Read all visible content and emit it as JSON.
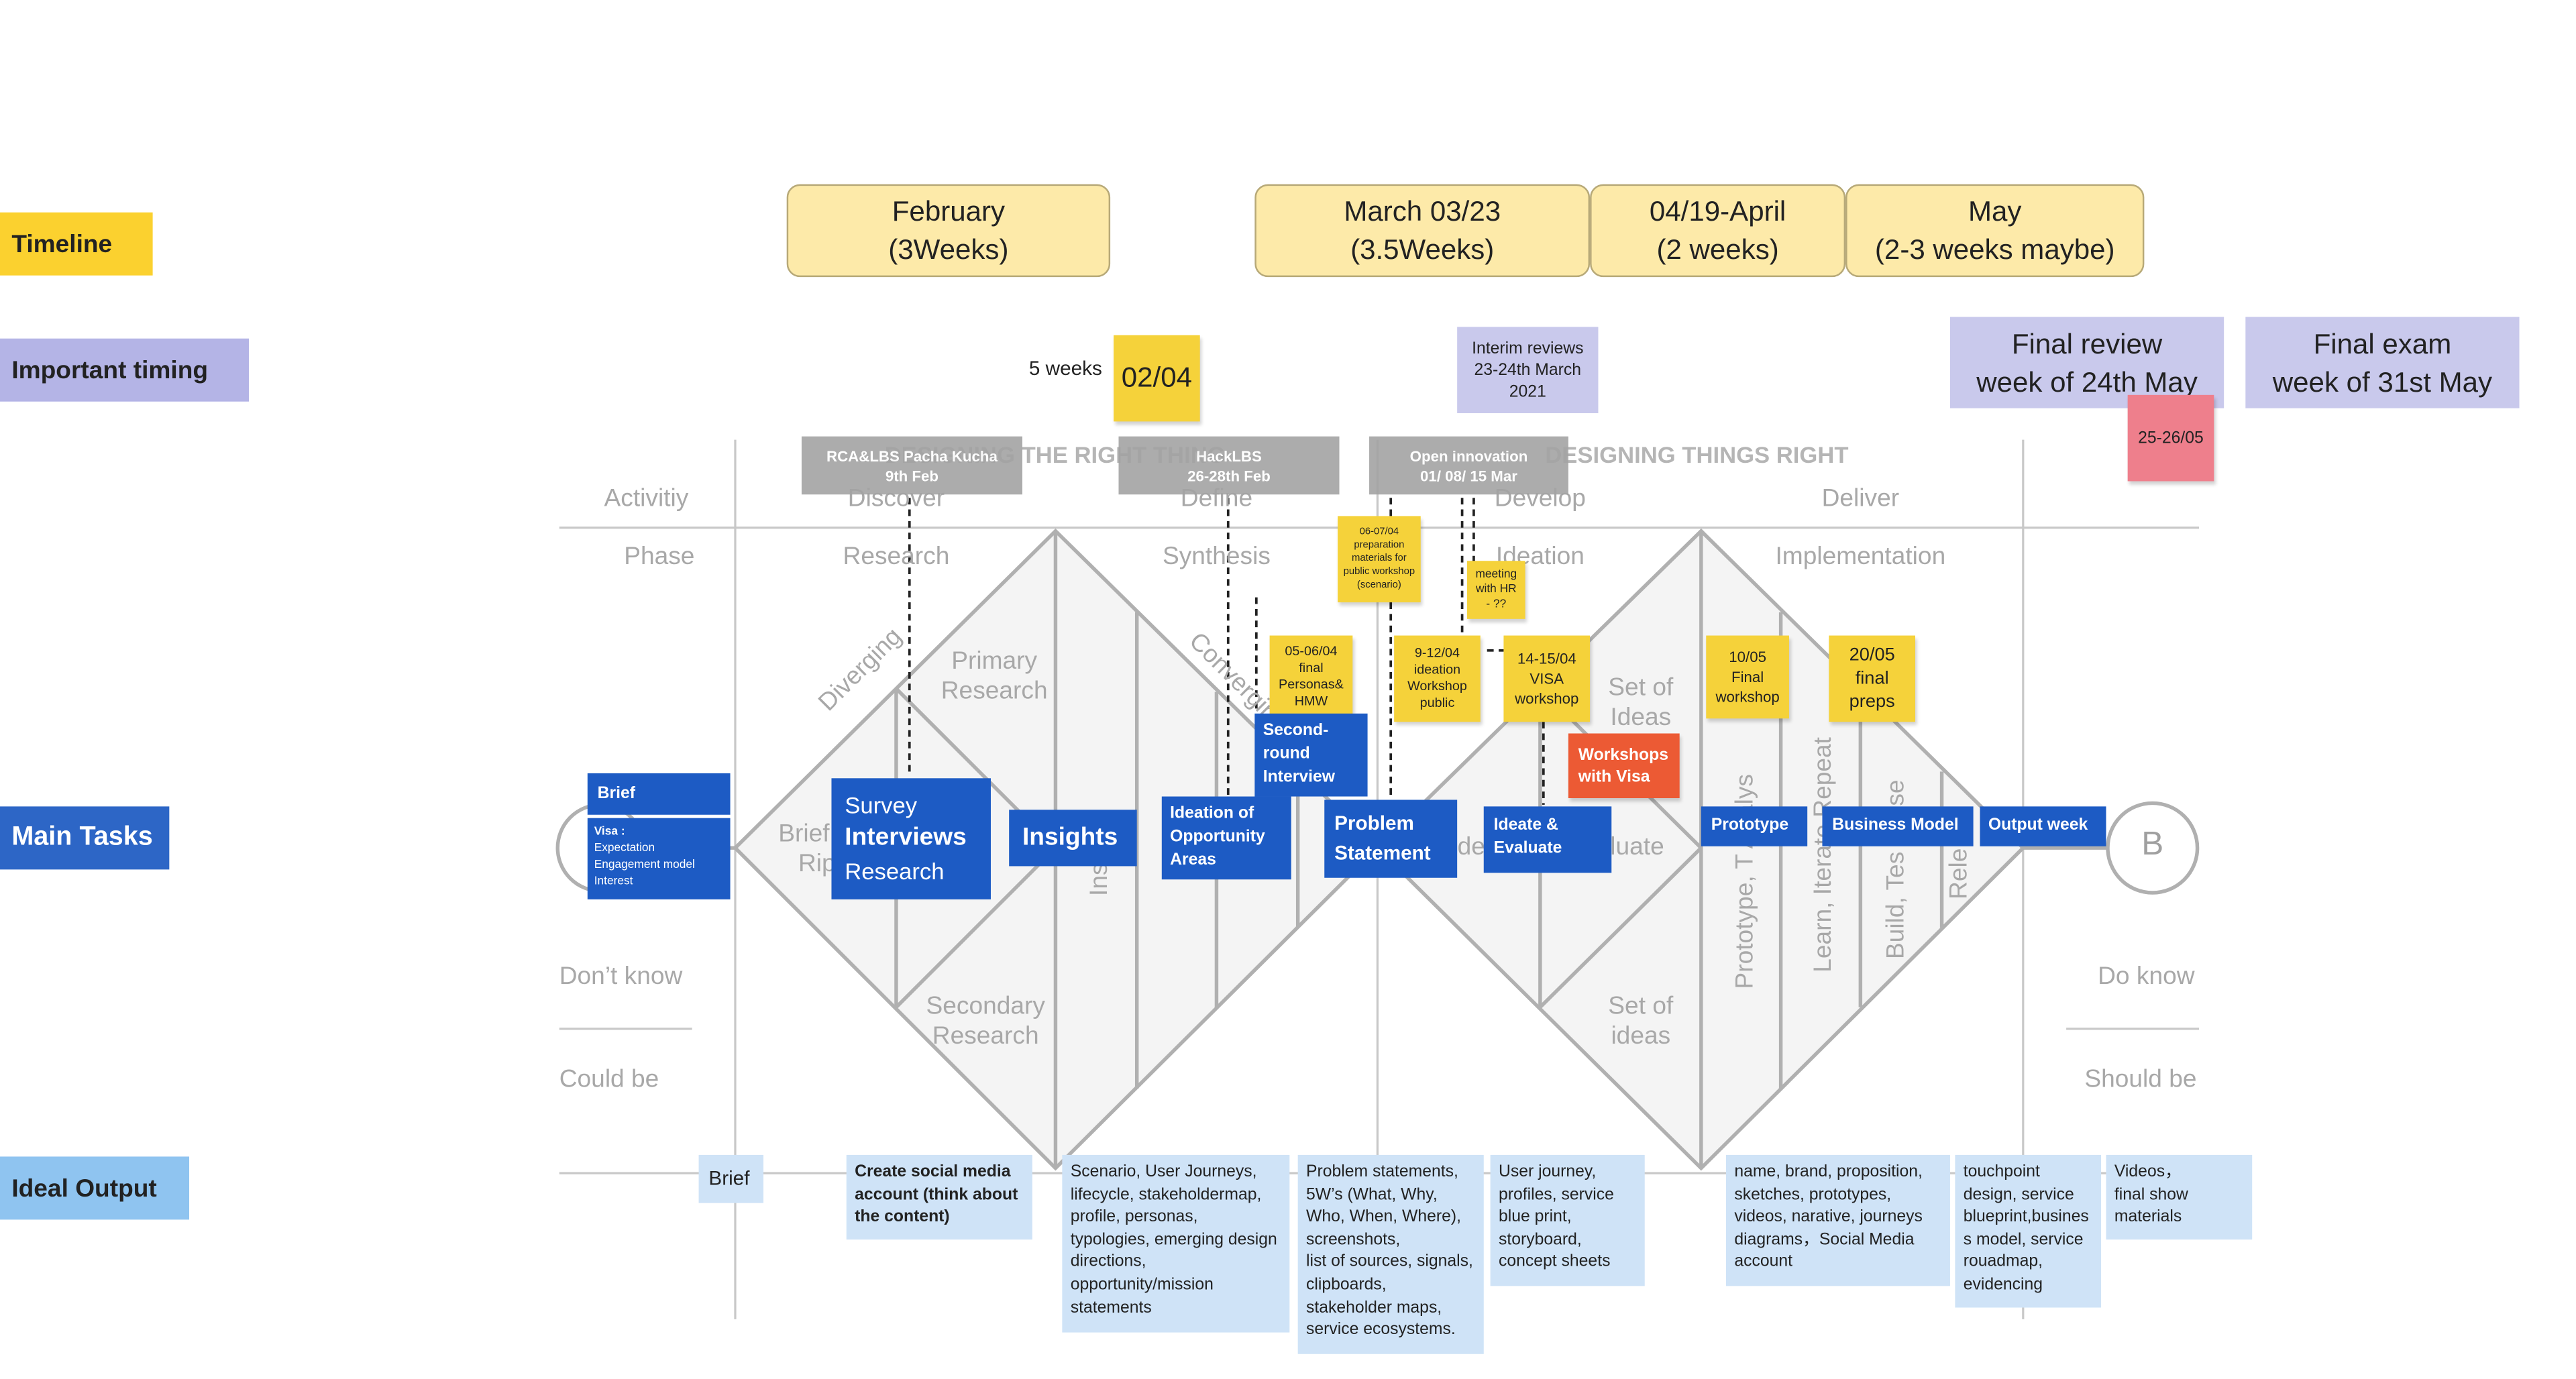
{
  "rows": {
    "timeline": "Timeline",
    "important_timing": "Important timing",
    "main_tasks": "Main Tasks",
    "ideal_output": "Ideal Output"
  },
  "timeline_blocks": [
    {
      "title": "February",
      "sub": "(3Weeks)"
    },
    {
      "title": "March 03/23",
      "sub": "(3.5Weeks)"
    },
    {
      "title": "04/19-April",
      "sub": "(2 weeks)"
    },
    {
      "title": "May",
      "sub": "(2-3 weeks maybe)"
    }
  ],
  "important": {
    "five_weeks": "5 weeks",
    "date_0204": "02/04",
    "interim": [
      "Interim reviews",
      "23-24th March",
      "2021"
    ],
    "final_review": [
      "Final review",
      "week of 24th May"
    ],
    "final_exam": [
      "Final exam",
      "week of 31st May"
    ],
    "pink_sticky": "25-26/05"
  },
  "events": [
    {
      "name": "RCA&LBS Pacha Kucha",
      "date": "9th Feb"
    },
    {
      "name": "HackLBS",
      "date": "26-28th Feb"
    },
    {
      "name": "Open innovation",
      "date": "01/ 08/ 15 Mar"
    }
  ],
  "diagram": {
    "left_title": "DESIGNING THE RIGHT THING",
    "right_title": "DESIGNING THINGS RIGHT",
    "activities_label": "Activitiy",
    "phase_label": "Phase",
    "activities": [
      "Discover",
      "Define",
      "Develop",
      "Deliver"
    ],
    "phases": [
      "Research",
      "Synthesis",
      "Ideation",
      "Implementation"
    ],
    "diverging": "Diverging",
    "converging": "Converging",
    "primary_research": [
      "Primary",
      "Research"
    ],
    "secondary_research": [
      "Secondary",
      "Research"
    ],
    "set_of_ideas_top": [
      "Set of",
      "Ideas"
    ],
    "set_of_ideas_bottom": [
      "Set of",
      "ideas"
    ],
    "brief_fragment": [
      "Brief",
      "Rip"
    ],
    "insights_fragment": "Insi",
    "ideas_fragment": "Idea",
    "evaluate_fragment": "evaluate",
    "prototype_vertical": "Prototype, T Analys",
    "learn_vertical": "Learn, Iterate Repeat",
    "build_vertical": "Build, Tes nalise",
    "rele_vertical": "Rele",
    "dont_know": "Don’t know",
    "could_be": "Could be",
    "do_know": "Do know",
    "should_be": "Should be",
    "b_label": "B"
  },
  "stickies": [
    {
      "text": [
        "06-07/04",
        "preparation",
        "materials for",
        "public workshop",
        "(scenario)"
      ]
    },
    {
      "text": [
        "meeting",
        "with HR",
        "- ??"
      ]
    },
    {
      "text": [
        "05-06/04",
        "final",
        "Personas&",
        "HMW"
      ]
    },
    {
      "text": [
        "9-12/04",
        "ideation",
        "Workshop",
        "public"
      ]
    },
    {
      "text": [
        "14-15/04",
        "VISA",
        "workshop"
      ]
    },
    {
      "text": [
        "10/05",
        "Final",
        "workshop"
      ]
    },
    {
      "text": [
        "20/05",
        "final",
        "preps"
      ]
    }
  ],
  "orange_sticky": [
    "Workshops",
    "with Visa"
  ],
  "tasks": {
    "brief": "Brief",
    "visa": [
      "Visa :",
      "Expectation",
      "Engagement model",
      "Interest"
    ],
    "survey": [
      "Survey",
      "Interviews",
      "Research"
    ],
    "insights": "Insights",
    "ideation_opp": [
      "Ideation of",
      "Opportunity",
      "Areas"
    ],
    "second_round": [
      "Second-",
      "round",
      "Interview"
    ],
    "problem": [
      "Problem",
      "Statement"
    ],
    "ideate": [
      "Ideate &",
      "Evaluate"
    ],
    "prototype": "Prototype",
    "business_model": "Business Model",
    "output_week": "Output week"
  },
  "outputs": [
    {
      "lines": [
        "Brief"
      ]
    },
    {
      "lines": [
        "Create social media",
        "account (think about",
        "the content)"
      ]
    },
    {
      "lines": [
        "Scenario, User Journeys,",
        "lifecycle, stakeholdermap,",
        "profile, personas,",
        "typologies, emerging design",
        "directions,",
        "opportunity/mission",
        "statements"
      ]
    },
    {
      "lines": [
        " Problem statements,",
        "5W’s (What, Why,",
        "Who, When, Where),",
        "screenshots,",
        "list of sources, signals,",
        "clipboards,",
        "stakeholder maps,",
        "service ecosystems."
      ]
    },
    {
      "lines": [
        "User journey,",
        "profiles, service",
        "blue print,",
        "storyboard,",
        "concept sheets"
      ]
    },
    {
      "lines": [
        "name, brand, proposition,",
        "sketches, prototypes,",
        "videos, narative, journeys",
        "diagrams，Social Media",
        "account"
      ]
    },
    {
      "lines": [
        "touchpoint",
        "design, service",
        "blueprint,busines",
        "s model, service",
        "rouadmap,",
        "evidencing"
      ]
    },
    {
      "lines": [
        "Videos，",
        "final show",
        "materials"
      ]
    }
  ],
  "colors": {
    "timeline_label": "#fbd12f",
    "important_label": "#b4b4e6",
    "main_label": "#2d66c6",
    "output_label": "#8fc4f0",
    "task_blue": "#1d5bc4",
    "sticky_yellow": "#f5d23a",
    "sticky_orange": "#ec5a34",
    "sticky_pink": "#ee7f8c"
  }
}
